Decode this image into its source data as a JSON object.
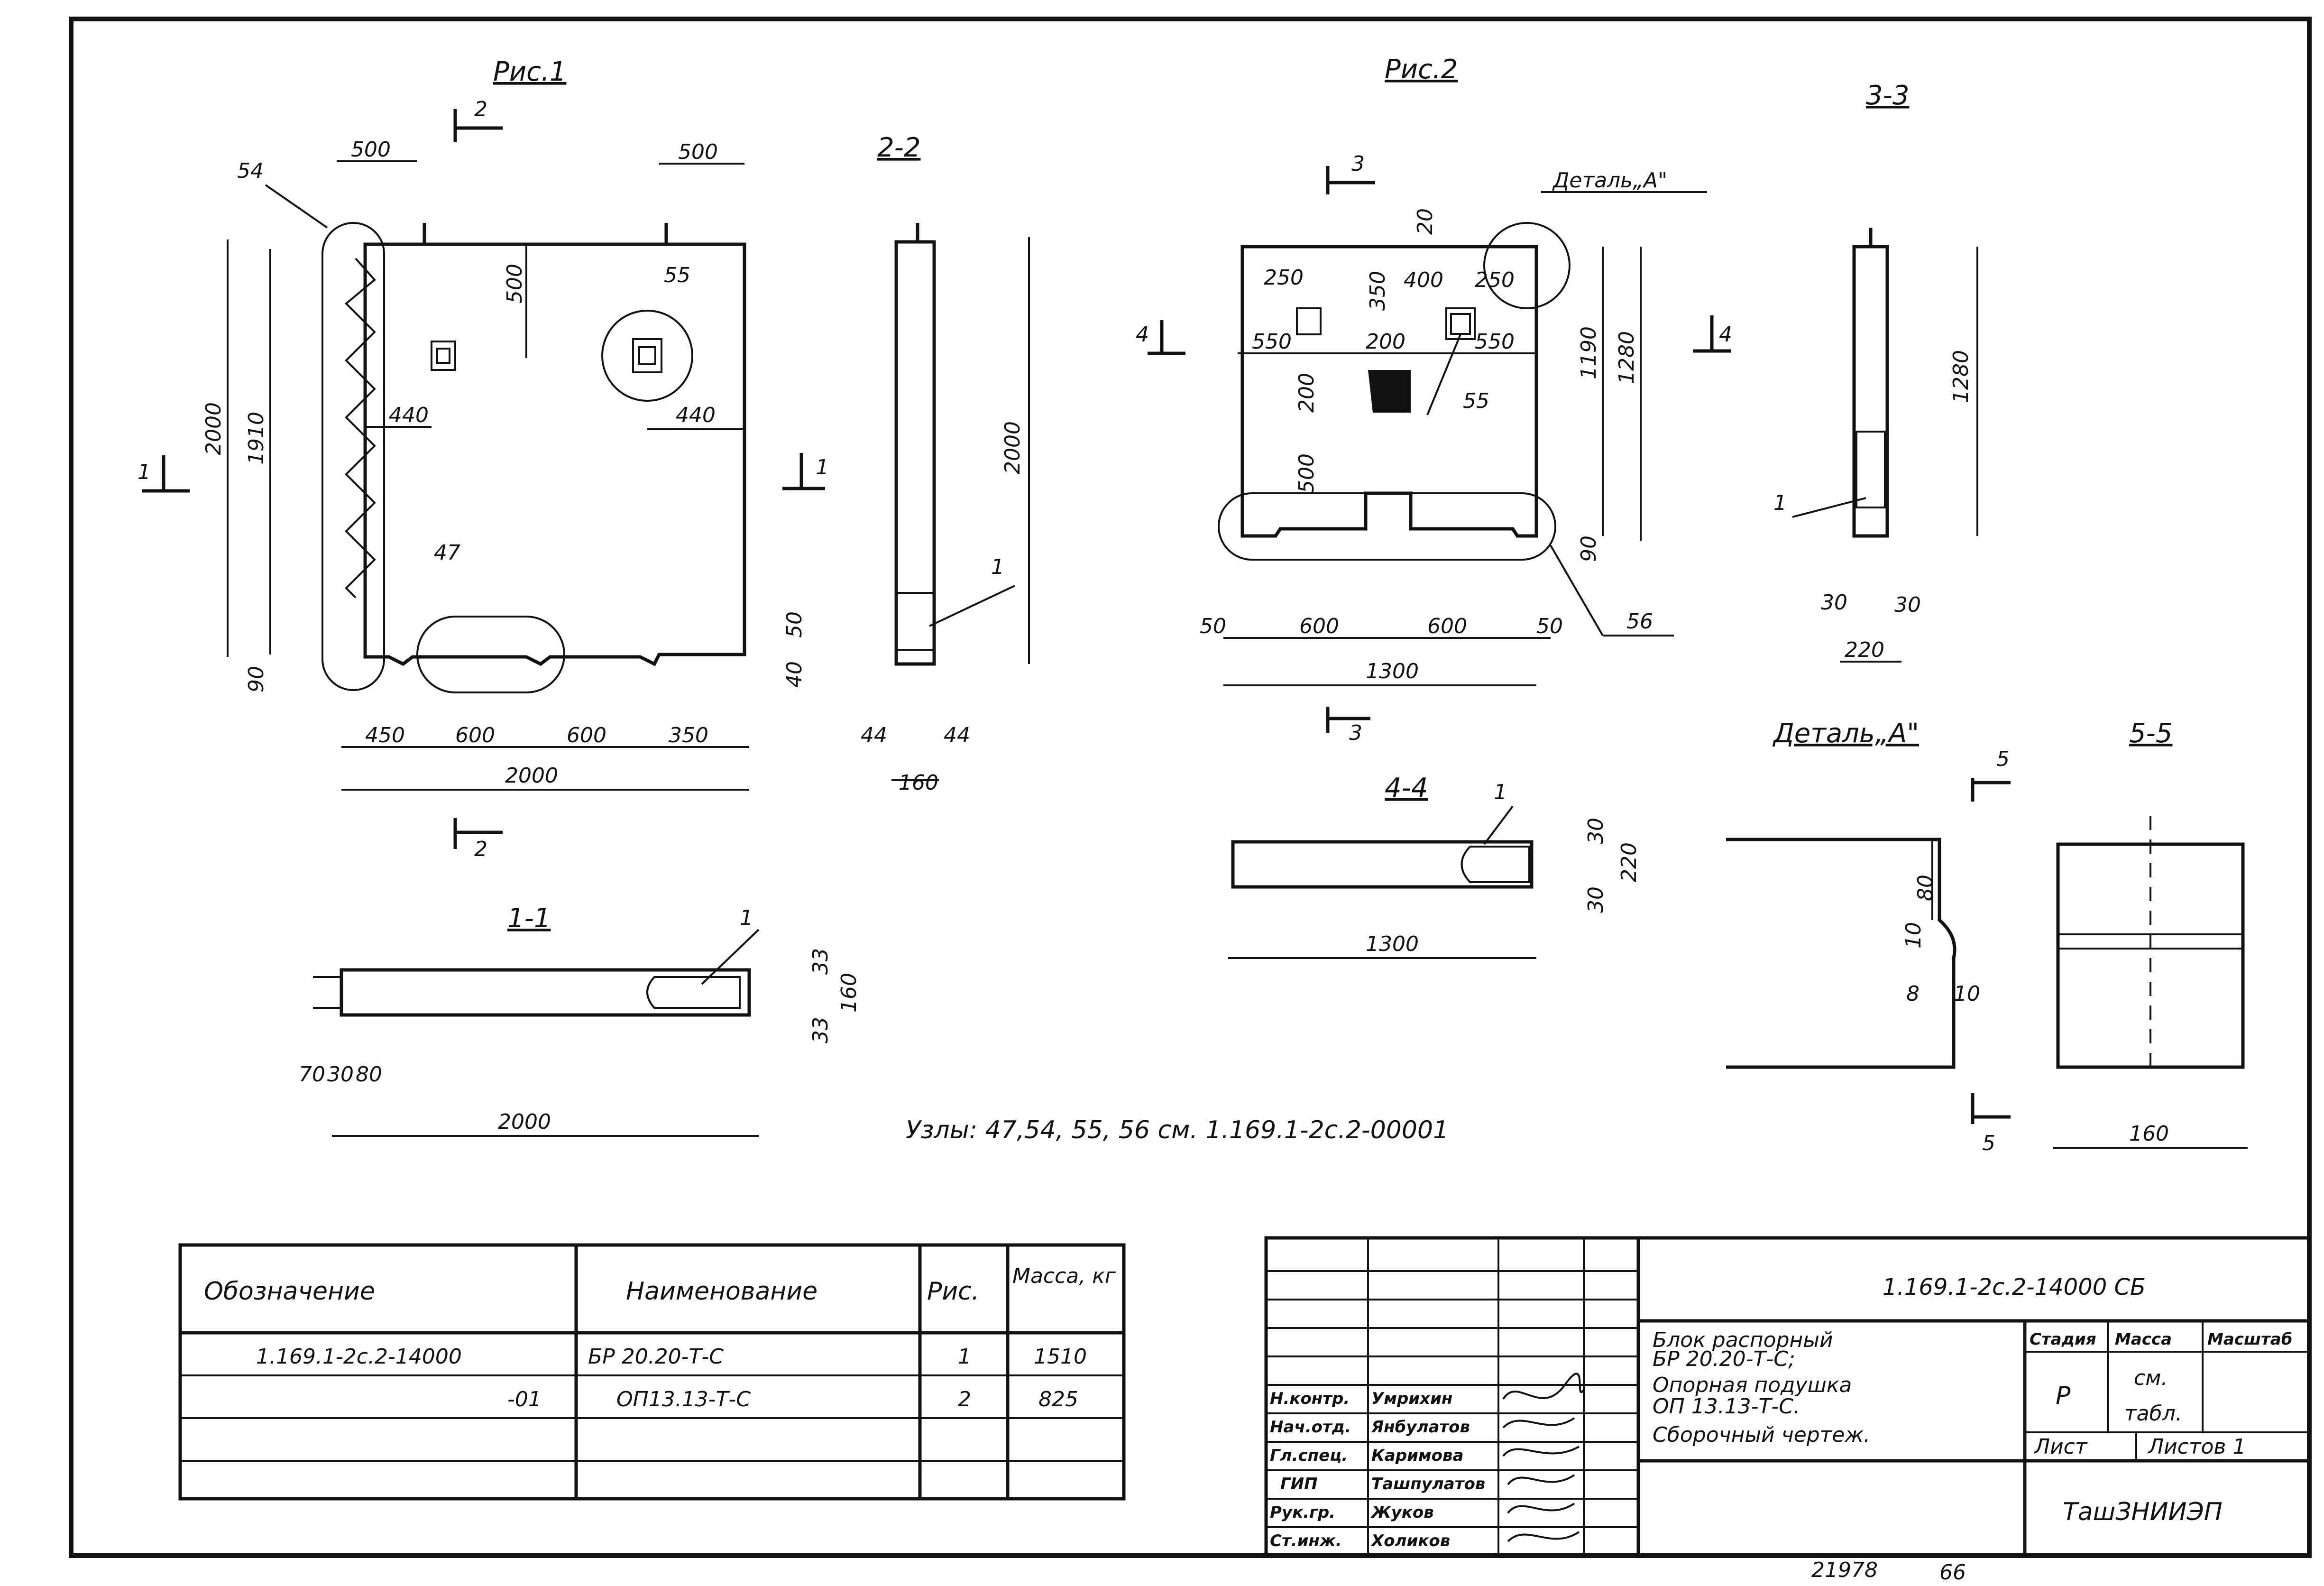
{
  "figures": {
    "fig1_title": "Рис.1",
    "fig2_title": "Рис.2",
    "sec_1_1": "1-1",
    "sec_2_2": "2-2",
    "sec_3_3": "3-3",
    "sec_4_4": "4-4",
    "sec_5_5": "5-5",
    "detail_a_title": "Деталь„А\"",
    "detail_a_callout": "Деталь„А\""
  },
  "cut_marks": {
    "c1": "1",
    "c2": "2",
    "c3": "3",
    "c4": "4",
    "c5": "5"
  },
  "fig1_dims": {
    "d500a": "500",
    "d500b": "500",
    "d500v": "500",
    "d2000v": "2000",
    "d1910": "1910",
    "d440a": "440",
    "d440b": "440",
    "d90": "90",
    "d450": "450",
    "d600a": "600",
    "d600b": "600",
    "d350": "350",
    "d2000h": "2000",
    "n54": "54",
    "n55": "55",
    "n47": "47"
  },
  "sec22_dims": {
    "d2000": "2000",
    "d50": "50",
    "d40": "40",
    "d44a": "44",
    "d44b": "44",
    "d160": "160",
    "n1": "1"
  },
  "sec11_dims": {
    "d70": "70",
    "d30": "30",
    "d80": "80",
    "d2000": "2000",
    "d33a": "33",
    "d33b": "33",
    "d160": "160",
    "n1": "1"
  },
  "fig2_dims": {
    "d20": "20",
    "d250a": "250",
    "d350": "350",
    "d400": "400",
    "d250b": "250",
    "d550a": "550",
    "d200h": "200",
    "d550b": "550",
    "d200v": "200",
    "d500": "500",
    "d1190": "1190",
    "d1280": "1280",
    "d90": "90",
    "d50a": "50",
    "d600a": "600",
    "d600b": "600",
    "d50b": "50",
    "d1300": "1300",
    "n55": "55",
    "n56": "56"
  },
  "sec33_dims": {
    "d1280": "1280",
    "d30a": "30",
    "d30b": "30",
    "d220": "220",
    "n1": "1"
  },
  "sec44_dims": {
    "d30a": "30",
    "d220": "220",
    "d30b": "30",
    "d1300": "1300",
    "n1": "1"
  },
  "detail_dims": {
    "d80": "80",
    "d10a": "10",
    "d8": "8",
    "d10b": "10"
  },
  "sec55_dims": {
    "d160": "160"
  },
  "nodes_note": "Узлы: 47,54, 55, 56 см. 1.169.1-2с.2-00001",
  "spec_table": {
    "headers": [
      "Обозначение",
      "Наименование",
      "Рис.",
      "Масса, кг"
    ],
    "rows": [
      [
        "1.169.1-2с.2-14000",
        "БР 20.20-Т-С",
        "1",
        "1510"
      ],
      [
        "-01",
        "ОП13.13-Т-С",
        "2",
        "825"
      ]
    ]
  },
  "title_block": {
    "doc_code": "1.169.1-2с.2-14000 СБ",
    "title_line1": "Блок распорный",
    "title_line2": "БР 20.20-Т-С;",
    "title_line3": "Опорная подушка",
    "title_line4": "ОП 13.13-Т-С.",
    "title_line5": "Сборочный чертеж.",
    "col_stage": "Стадия",
    "col_mass": "Масса",
    "col_scale": "Масштаб",
    "stage_value": "Р",
    "mass_value_1": "см.",
    "mass_value_2": "табл.",
    "sheet_label": "Лист",
    "sheets_label": "Листов 1",
    "org": "ТашЗНИИЭП",
    "signers": [
      {
        "role": "Н.контр.",
        "name": "Умрихин"
      },
      {
        "role": "Нач.отд.",
        "name": "Янбулатов"
      },
      {
        "role": "Гл.спец.",
        "name": "Каримова"
      },
      {
        "role": "ГИП",
        "name": "Ташпулатов"
      },
      {
        "role": "Рук.гр.",
        "name": "Жуков"
      },
      {
        "role": "Ст.инж.",
        "name": "Холиков"
      }
    ]
  },
  "footer": {
    "inv": "21978",
    "page": "66"
  }
}
